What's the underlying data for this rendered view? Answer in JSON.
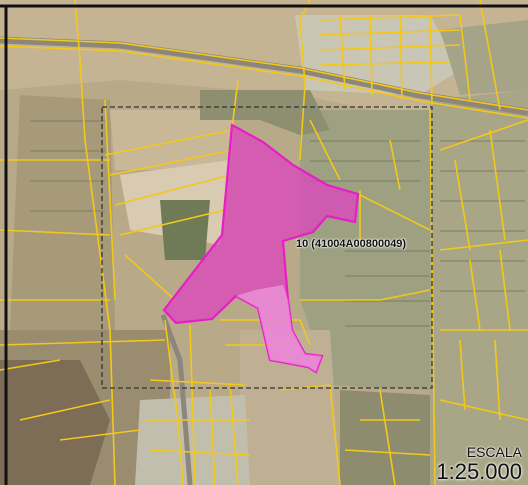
{
  "map": {
    "parcel_label": "10 (41004A00800049)",
    "scale_title": "ESCALA",
    "scale_value": "1:25.000"
  },
  "colors": {
    "parcel_fill": "#e040c0",
    "parcel_stroke": "#e81cc8",
    "cadastral_lines": "#f2c81a",
    "extent_frame": "#333333",
    "border": "#111111"
  }
}
